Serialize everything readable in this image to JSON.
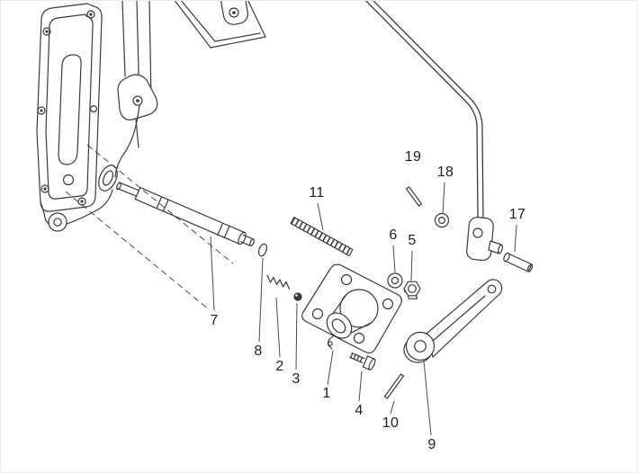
{
  "palette": {
    "background": "#ffffff",
    "line": "#3a3a3a",
    "label": "#1d1d1d"
  },
  "diagram": {
    "kind": "exploded-parts-diagram",
    "callouts": [
      {
        "label": "1"
      },
      {
        "label": "2"
      },
      {
        "label": "3"
      },
      {
        "label": "4"
      },
      {
        "label": "5"
      },
      {
        "label": "6"
      },
      {
        "label": "7"
      },
      {
        "label": "8"
      },
      {
        "label": "9"
      },
      {
        "label": "10"
      },
      {
        "label": "11"
      },
      {
        "label": "17"
      },
      {
        "label": "18"
      },
      {
        "label": "19"
      }
    ]
  }
}
